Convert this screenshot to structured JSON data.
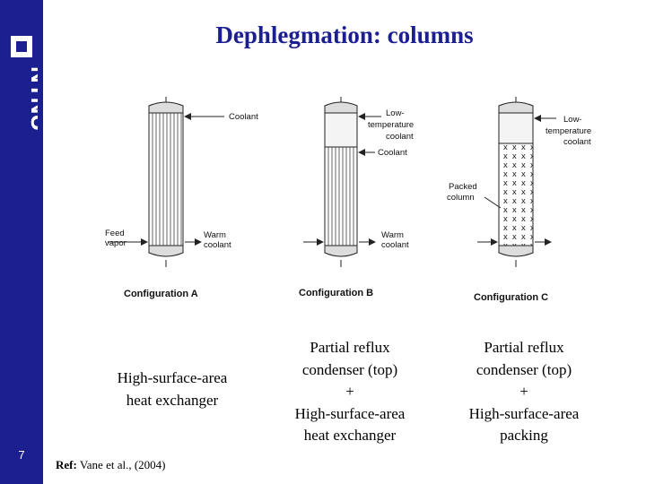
{
  "slide": {
    "title": "Dephlegmation: columns",
    "page_number": "7",
    "logo_text": "NTNU"
  },
  "diagram": {
    "config_a": {
      "label": "Configuration A",
      "coolant": "Coolant",
      "feed_line1": "Feed",
      "feed_line2": "vapor",
      "warm_line1": "Warm",
      "warm_line2": "coolant"
    },
    "config_b": {
      "label": "Configuration B",
      "low_line1": "Low-",
      "low_line2": "temperature",
      "low_line3": "coolant",
      "coolant": "Coolant",
      "warm_line1": "Warm",
      "warm_line2": "coolant"
    },
    "config_c": {
      "label": "Configuration C",
      "low_line1": "Low-",
      "low_line2": "temperature",
      "low_line3": "coolant",
      "packed_line1": "Packed",
      "packed_line2": "column"
    }
  },
  "captions": {
    "a": [
      "High-surface-area",
      "heat exchanger"
    ],
    "b": [
      "Partial reflux",
      "condenser (top)",
      "+",
      "High-surface-area",
      "heat exchanger"
    ],
    "c": [
      "Partial reflux",
      "condenser (top)",
      "+",
      "High-surface-area",
      "packing"
    ]
  },
  "reference": {
    "label": "Ref:",
    "text": " Vane et al., (2004)"
  }
}
